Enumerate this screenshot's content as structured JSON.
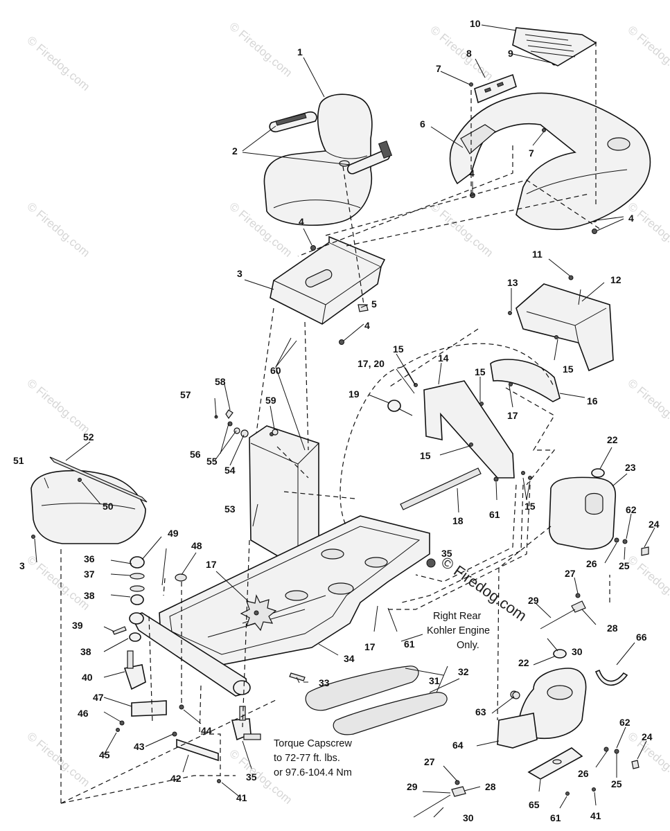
{
  "watermark": "© Firedog.com",
  "callouts": {
    "c1": "1",
    "c2": "2",
    "c3a": "3",
    "c3b": "3",
    "c4a": "4",
    "c4b": "4",
    "c4c": "4",
    "c4d": "4",
    "c5": "5",
    "c6": "6",
    "c7a": "7",
    "c7b": "7",
    "c8": "8",
    "c9": "9",
    "c10": "10",
    "c11": "11",
    "c12": "12",
    "c13": "13",
    "c14": "14",
    "c15a": "15",
    "c15b": "15",
    "c15c": "15",
    "c15d": "15",
    "c15e": "15",
    "c16": "16",
    "c17a": "17",
    "c17b": "17",
    "c17c": "17",
    "c1720": "17, 20",
    "c18": "18",
    "c19": "19",
    "c22a": "22",
    "c22b": "22",
    "c23": "23",
    "c24a": "24",
    "c24b": "24",
    "c25a": "25",
    "c25b": "25",
    "c26a": "26",
    "c26b": "26",
    "c27a": "27",
    "c27b": "27",
    "c28a": "28",
    "c28b": "28",
    "c29a": "29",
    "c29b": "29",
    "c30a": "30",
    "c30b": "30",
    "c31": "31",
    "c32": "32",
    "c33": "33",
    "c34": "34",
    "c35a": "35",
    "c35b": "35",
    "c36": "36",
    "c37": "37",
    "c38a": "38",
    "c38b": "38",
    "c39": "39",
    "c40": "40",
    "c41a": "41",
    "c41b": "41",
    "c42": "42",
    "c43": "43",
    "c44": "44",
    "c45": "45",
    "c46": "46",
    "c47": "47",
    "c48": "48",
    "c49": "49",
    "c50": "50",
    "c51": "51",
    "c52": "52",
    "c53": "53",
    "c54": "54",
    "c55": "55",
    "c56": "56",
    "c57": "57",
    "c58": "58",
    "c59": "59",
    "c60": "60",
    "c61a": "61",
    "c61b": "61",
    "c61c": "61",
    "c62a": "62",
    "c62b": "62",
    "c63": "63",
    "c64": "64",
    "c65": "65",
    "c66": "66"
  },
  "notes": {
    "right_rear_1": "Right Rear",
    "right_rear_2": "Kohler Engine",
    "right_rear_3": "Only.",
    "torque_1": "Torque Capscrew",
    "torque_2": "to 72-77 ft. lbs.",
    "torque_3": "or 97.6-104.4 Nm"
  },
  "colors": {
    "ink": "#111111",
    "watermark": "#d6d6d6",
    "part_fill": "#f2f2f2"
  }
}
